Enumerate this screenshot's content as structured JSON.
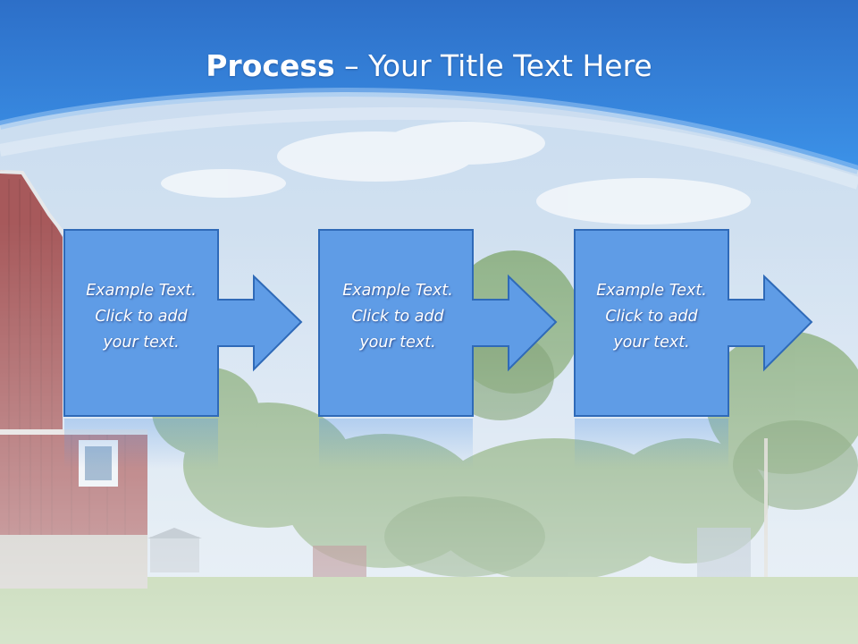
{
  "slide": {
    "title_strong": "Process",
    "title_rest": " – Your Title Text Here",
    "steps": [
      {
        "lines": [
          "Example Text.",
          "Click  to add",
          "your text."
        ]
      },
      {
        "lines": [
          "Example Text.",
          "Click  to add",
          "your text."
        ]
      },
      {
        "lines": [
          "Example Text.",
          "Click  to add",
          "your text."
        ]
      }
    ]
  },
  "colors": {
    "header_top": "#2f7bd6",
    "header_bottom": "#3a8fe6",
    "step_fill": "#5f9ce6",
    "step_border": "#2f6ab8",
    "barn_red": "#9c3b3b",
    "tree_green": "#5c8a45"
  }
}
